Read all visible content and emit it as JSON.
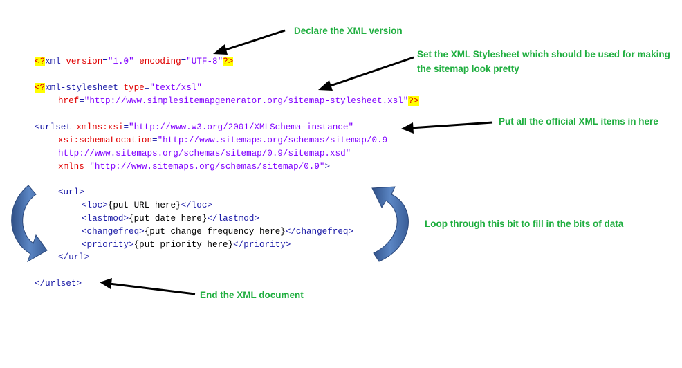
{
  "code_lines": {
    "l1": {
      "pi_open": "<?",
      "name": "xml",
      "a1": " version",
      "eq1": "=",
      "v1": "\"1.0\"",
      "a2": " encoding",
      "eq2": "=",
      "v2": "\"UTF-8\"",
      "pi_close": "?>"
    },
    "l2": {
      "pi_open": "<?",
      "name": "xml-stylesheet",
      "a1": " type",
      "eq1": "=",
      "v1": "\"text/xsl\""
    },
    "l3": {
      "a1": "href",
      "eq1": "=",
      "v1": "\"http://www.simplesitemapgenerator.org/sitemap-stylesheet.xsl\"",
      "pi_close": "?>"
    },
    "l4": {
      "open": "<urlset",
      "a1": " xmlns:xsi",
      "eq1": "=",
      "v1": "\"http://www.w3.org/2001/XMLSchema-instance\""
    },
    "l5": {
      "a1": "xsi:schemaLocation",
      "eq1": "=",
      "v1": "\"http://www.sitemaps.org/schemas/sitemap/0.9"
    },
    "l6": {
      "v1": "http://www.sitemaps.org/schemas/sitemap/0.9/sitemap.xsd\""
    },
    "l7": {
      "a1": "xmlns",
      "eq1": "=",
      "v1": "\"http://www.sitemaps.org/schemas/sitemap/0.9\"",
      "close": ">"
    },
    "l8": {
      "tag": "<url>"
    },
    "l9": {
      "open": "<loc>",
      "text": "{put URL here}",
      "close": "</loc>"
    },
    "l10": {
      "open": "<lastmod>",
      "text": "{put date here}",
      "close": "</lastmod>"
    },
    "l11": {
      "open": "<changefreq>",
      "text": "{put change frequency here}",
      "close": "</changefreq>"
    },
    "l12": {
      "open": "<priority>",
      "text": "{put priority here}",
      "close": "</priority>"
    },
    "l13": {
      "tag": "</url>"
    },
    "l14": {
      "tag": "</urlset>"
    }
  },
  "annotations": {
    "declare": "Declare the XML version",
    "stylesheet_1": "Set the XML Stylesheet which should be used for making",
    "stylesheet_2": "the sitemap look pretty",
    "official": "Put all the official XML items in here",
    "loop": "Loop through this bit to fill in the bits of data",
    "end": "End the XML document"
  },
  "colors": {
    "annotation": "#1fae3f",
    "tag": "#1a1aa6",
    "attribute": "#e00000",
    "value": "#8000ff",
    "pi_highlight": "#ffff00",
    "loop_arrow": "#4a6fa5"
  }
}
